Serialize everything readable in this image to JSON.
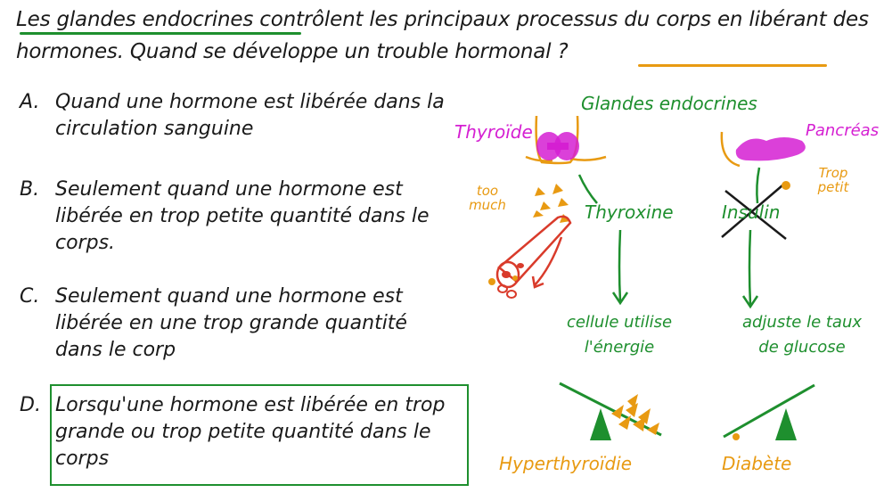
{
  "question": {
    "prefix": "Les glandes endocrines",
    "middle": " contrôlent les principaux processus du corps en libérant des hormones. Quand se développe un ",
    "highlight": "trouble hormonal",
    "suffix": " ?"
  },
  "options": [
    {
      "letter": "A.",
      "text": "Quand une hormone est libérée dans la circulation sanguine"
    },
    {
      "letter": "B.",
      "text": "Seulement quand une hormone est libérée en trop petite quantité dans le corps."
    },
    {
      "letter": "C.",
      "text": "Seulement quand une hormone est libérée en une trop grande quantité dans le corp"
    },
    {
      "letter": "D.",
      "text": "Lorsqu'une hormone est libérée en trop grande ou trop petite quantité dans le corps",
      "selected": true
    }
  ],
  "diagram": {
    "title": "Glandes endocrines",
    "left_gland": "Thyroïde",
    "right_gland": "Pancréas",
    "too_much": "too much",
    "trop_petit": "Trop petit",
    "left_hormone": "Thyroxine",
    "right_hormone": "Insulin",
    "left_effect": "cellule utilise l'énergie",
    "right_effect": "adjuste le taux de glucose",
    "left_disorder": "Hyperthyroïdie",
    "right_disorder": "Diabète"
  },
  "colors": {
    "green": "#1e8f2e",
    "orange": "#e89a12",
    "magenta": "#d51fd2",
    "red": "#d93b2b",
    "ink": "#1a1a1a"
  }
}
